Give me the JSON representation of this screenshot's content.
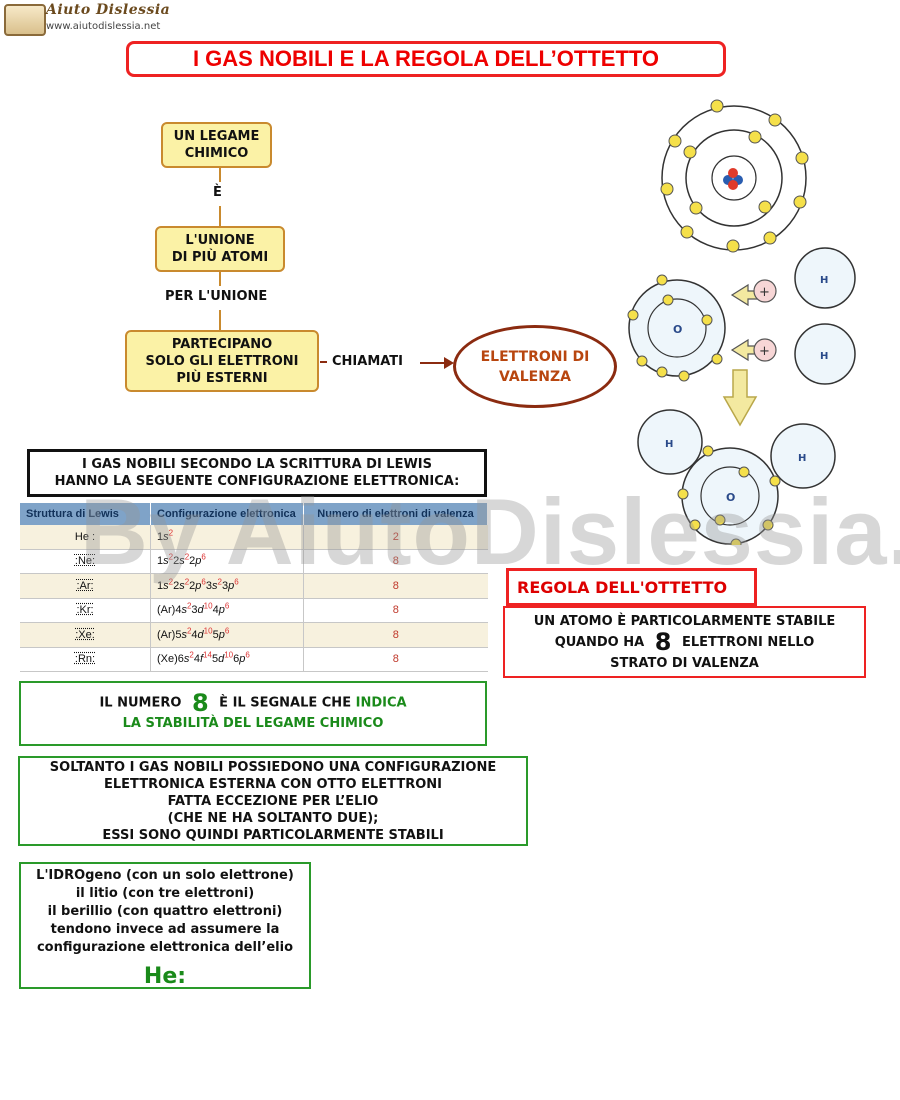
{
  "logo": {
    "name": "Aiuto Dislessia",
    "url": "www.aiutodislessia.net"
  },
  "title": "I GAS NOBILI E LA REGOLA DELL’OTTETTO",
  "concept_map": {
    "node1": [
      "UN LEGAME",
      "CHIMICO"
    ],
    "link1": "È",
    "node2": [
      "L'UNIONE",
      "DI PIÙ ATOMI"
    ],
    "link2": "PER L'UNIONE",
    "node3": [
      "PARTECIPANO",
      "SOLO GLI ELETTRONI",
      "PIÙ ESTERNI"
    ],
    "link3": "CHIAMATI",
    "node4": [
      "ELETTRONI DI",
      "VALENZA"
    ]
  },
  "lewis_box": [
    "I GAS NOBILI SECONDO LA SCRITTURA DI LEWIS",
    "HANNO LA SEGUENTE CONFIGURAZIONE ELETTRONICA:"
  ],
  "table": {
    "headers": [
      "Struttura di Lewis",
      "Configurazione elettronica",
      "Numero di elettroni di valenza"
    ],
    "rows": [
      {
        "symbol": "He",
        "config": [
          [
            "1s",
            "2"
          ]
        ],
        "valence": "2"
      },
      {
        "symbol": "Ne",
        "config": [
          [
            "1s",
            "2"
          ],
          [
            "2s",
            "2"
          ],
          [
            "2p",
            "6"
          ]
        ],
        "valence": "8"
      },
      {
        "symbol": "Ar",
        "config": [
          [
            "1s",
            "2"
          ],
          [
            "2s",
            "2"
          ],
          [
            "2p",
            "6"
          ],
          [
            "3s",
            "2"
          ],
          [
            "3p",
            "6"
          ]
        ],
        "valence": "8"
      },
      {
        "symbol": "Kr",
        "prefix": "(Ar)",
        "config": [
          [
            "4s",
            "2"
          ],
          [
            "3d",
            "10"
          ],
          [
            "4p",
            "6"
          ]
        ],
        "valence": "8"
      },
      {
        "symbol": "Xe",
        "prefix": "(Ar)",
        "config": [
          [
            "5s",
            "2"
          ],
          [
            "4d",
            "10"
          ],
          [
            "5p",
            "6"
          ]
        ],
        "valence": "8"
      },
      {
        "symbol": "Rn",
        "prefix": "(Xe)",
        "config": [
          [
            "6s",
            "2"
          ],
          [
            "4f",
            "14"
          ],
          [
            "5d",
            "10"
          ],
          [
            "6p",
            "6"
          ]
        ],
        "valence": "8"
      }
    ]
  },
  "numero8": {
    "pre": "IL NUMERO",
    "big": "8",
    "post": "È IL SEGNALE CHE",
    "green1": "INDICA",
    "green2": "LA STABILITÀ DEL LEGAME CHIMICO"
  },
  "soltanto": [
    "SOLTANTO I GAS NOBILI POSSIEDONO UNA CONFIGURAZIONE",
    "ELETTRONICA ESTERNA CON OTTO ELETTRONI",
    "FATTA ECCEZIONE PER L’ELIO",
    "(CHE NE HA SOLTANTO DUE);",
    "ESSI SONO QUINDI PARTICOLARMENTE STABILI"
  ],
  "idrogeno": [
    "L'IDROgeno (con un solo elettrone)",
    "il litio (con tre elettroni)",
    "il berillio (con quattro  elettroni)",
    "tendono  invece  ad  assumere  la",
    "configurazione  elettronica dell’elio"
  ],
  "he_lewis": "He:",
  "regola": {
    "title": "REGOLA DELL'OTTETTO",
    "line1": "UN  ATOMO  È  PARTICOLARMENTE  STABILE",
    "line2_pre": "QUANDO  HA",
    "line2_big": "8",
    "line2_post": "ELETTRONI  NELLO",
    "line3": "STRATO  DI VALENZA"
  },
  "atoms": {
    "oxygen": "O",
    "hydrogen": "H"
  },
  "watermark": "By AiutoDislessia.net",
  "colors": {
    "title_red": "#e00000",
    "node_fill": "#fbf2a6",
    "node_border": "#c98a2e",
    "green": "#1a8a1a",
    "ellipse_border": "#8b2b10"
  }
}
